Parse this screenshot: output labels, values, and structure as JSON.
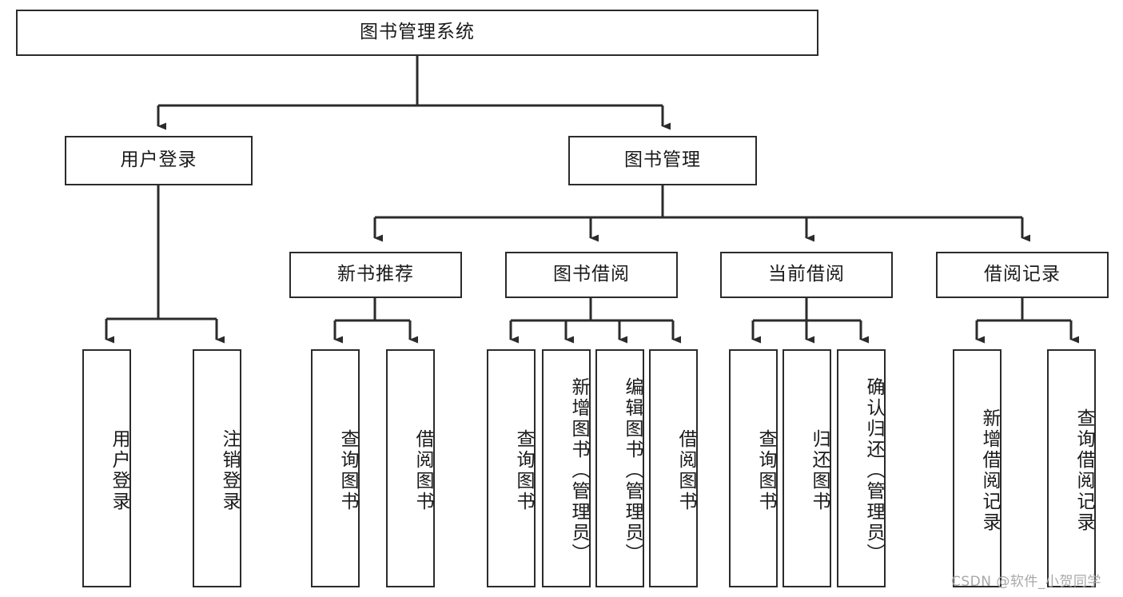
{
  "diagram": {
    "title_node": {
      "label": "图书管理系统"
    },
    "level2": [
      {
        "id": "user-login",
        "label": "用户登录"
      },
      {
        "id": "book-manage",
        "label": "图书管理"
      }
    ],
    "level3": [
      {
        "id": "new-book-recommend",
        "label": "新书推荐"
      },
      {
        "id": "book-borrow",
        "label": "图书借阅"
      },
      {
        "id": "current-borrow",
        "label": "当前借阅"
      },
      {
        "id": "borrow-record",
        "label": "借阅记录"
      }
    ],
    "leaves": {
      "user_login": [
        {
          "id": "leaf-user-login",
          "label": "用户登录"
        },
        {
          "id": "leaf-logout-login",
          "label": "注销登录"
        }
      ],
      "new_book_recommend": [
        {
          "id": "leaf-query-book-1",
          "label": "查询图书"
        },
        {
          "id": "leaf-borrow-book-1",
          "label": "借阅图书"
        }
      ],
      "book_borrow": [
        {
          "id": "leaf-query-book-2",
          "label": "查询图书"
        },
        {
          "id": "leaf-add-book",
          "label": "新增图书（管理员）"
        },
        {
          "id": "leaf-edit-book",
          "label": "编辑图书（管理员）"
        },
        {
          "id": "leaf-borrow-book-2",
          "label": "借阅图书"
        }
      ],
      "current_borrow": [
        {
          "id": "leaf-query-book-3",
          "label": "查询图书"
        },
        {
          "id": "leaf-return-book",
          "label": "归还图书"
        },
        {
          "id": "leaf-confirm-return",
          "label": "确认归还（管理员）"
        }
      ],
      "borrow_record": [
        {
          "id": "leaf-add-borrow-record",
          "label": "新增借阅记录"
        },
        {
          "id": "leaf-query-borrow-record",
          "label": "查询借阅记录"
        }
      ]
    }
  },
  "watermark": {
    "text": "CSDN @软件_小贺同学"
  },
  "colors": {
    "stroke": "#2b2b2b",
    "fill": "#ffffff",
    "text": "#1a1a1a",
    "watermark": "#a8a8a8"
  }
}
